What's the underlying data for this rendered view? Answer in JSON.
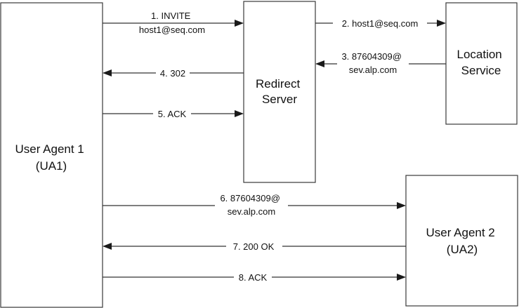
{
  "nodes": {
    "ua1": {
      "lines": [
        "User Agent 1",
        "(UA1)"
      ]
    },
    "redirect": {
      "lines": [
        "Redirect",
        "Server"
      ]
    },
    "location": {
      "lines": [
        "Location",
        "Service"
      ]
    },
    "ua2": {
      "lines": [
        "User Agent 2",
        "(UA2)"
      ]
    }
  },
  "messages": [
    {
      "id": "m1",
      "lines": [
        "1. INVITE",
        "host1@seq.com"
      ],
      "from": "ua1",
      "to": "redirect"
    },
    {
      "id": "m2",
      "lines": [
        "2. host1@seq.com"
      ],
      "from": "redirect",
      "to": "location"
    },
    {
      "id": "m3",
      "lines": [
        "3. 87604309@",
        "sev.alp.com"
      ],
      "from": "location",
      "to": "redirect"
    },
    {
      "id": "m4",
      "lines": [
        "4. 302"
      ],
      "from": "redirect",
      "to": "ua1"
    },
    {
      "id": "m5",
      "lines": [
        "5. ACK"
      ],
      "from": "ua1",
      "to": "redirect"
    },
    {
      "id": "m6",
      "lines": [
        "6. 87604309@",
        "sev.alp.com"
      ],
      "from": "ua1",
      "to": "ua2"
    },
    {
      "id": "m7",
      "lines": [
        "7. 200 OK"
      ],
      "from": "ua2",
      "to": "ua1"
    },
    {
      "id": "m8",
      "lines": [
        "8. ACK"
      ],
      "from": "ua1",
      "to": "ua2"
    }
  ]
}
